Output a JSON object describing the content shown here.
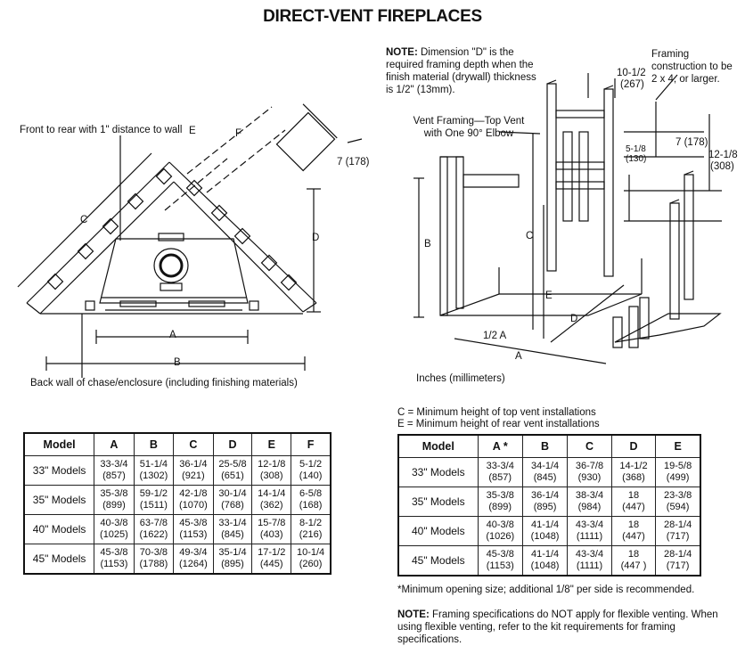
{
  "title": "DIRECT-VENT FIREPLACES",
  "left_diagram": {
    "front_to_rear": "Front to rear with 1\" distance to wall",
    "back_wall": "Back wall of chase/enclosure (including finishing materials)",
    "dim_7": "7 (178)",
    "labels": {
      "A": "A",
      "B": "B",
      "C": "C",
      "D": "D",
      "E": "E",
      "F": "F"
    }
  },
  "right_diagram": {
    "note_bold": "NOTE:",
    "note_text": " Dimension \"D\" is the required framing depth when the finish material (drywall) thickness is 1/2\" (13mm).",
    "framing": "Framing construction to be 2 x 4, or larger.",
    "vent_framing": "Vent Framing—Top Vent with One 90° Elbow",
    "dim_10_12": "10-1/2",
    "dim_10_12_mm": "(267)",
    "dim_5_18": "5-1/8",
    "dim_5_18_mm": "(130)",
    "dim_7": "7 (178)",
    "dim_12_18": "12-1/8",
    "dim_12_18_mm": "(308)",
    "half_a": "1/2 A",
    "inches": "Inches (millimeters)",
    "labels": {
      "A": "A",
      "B": "B",
      "C": "C",
      "D": "D",
      "E": "E"
    }
  },
  "legend": {
    "c_line": "C = Minimum height of top vent installations",
    "e_line": "E = Minimum height of rear vent installations"
  },
  "table_left": {
    "headers": [
      "Model",
      "A",
      "B",
      "C",
      "D",
      "E",
      "F"
    ],
    "rows": [
      [
        "33\" Models",
        "33-3/4",
        "(857)",
        "51-1/4",
        "(1302)",
        "36-1/4",
        "(921)",
        "25-5/8",
        "(651)",
        "12-1/8",
        "(308)",
        "5-1/2",
        "(140)"
      ],
      [
        "35\" Models",
        "35-3/8",
        "(899)",
        "59-1/2",
        "(1511)",
        "42-1/8",
        "(1070)",
        "30-1/4",
        "(768)",
        "14-1/4",
        "(362)",
        "6-5/8",
        "(168)"
      ],
      [
        "40\" Models",
        "40-3/8",
        "(1025)",
        "63-7/8",
        "(1622)",
        "45-3/8",
        "(1153)",
        "33-1/4",
        "(845)",
        "15-7/8",
        "(403)",
        "8-1/2",
        "(216)"
      ],
      [
        "45\" Models",
        "45-3/8",
        "(1153)",
        "70-3/8",
        "(1788)",
        "49-3/4",
        "(1264)",
        "35-1/4",
        "(895)",
        "17-1/2",
        "(445)",
        "10-1/4",
        "(260)"
      ]
    ]
  },
  "table_right": {
    "headers": [
      "Model",
      "A *",
      "B",
      "C",
      "D",
      "E"
    ],
    "rows": [
      [
        "33\" Models",
        "33-3/4",
        "(857)",
        "34-1/4",
        "(845)",
        "36-7/8",
        "(930)",
        "14-1/2",
        "(368)",
        "19-5/8",
        "(499)"
      ],
      [
        "35\" Models",
        "35-3/8",
        "(899)",
        "36-1/4",
        "(895)",
        "38-3/4",
        "(984)",
        "18",
        "(447)",
        "23-3/8",
        "(594)"
      ],
      [
        "40\" Models",
        "40-3/8",
        "(1026)",
        "41-1/4",
        "(1048)",
        "43-3/4",
        "(1111)",
        "18",
        "(447)",
        "28-1/4",
        "(717)"
      ],
      [
        "45\" Models",
        "45-3/8",
        "(1153)",
        "41-1/4",
        "(1048)",
        "43-3/4",
        "(1111)",
        "18",
        "(447 )",
        "28-1/4",
        "(717)"
      ]
    ]
  },
  "footnote": "*Minimum opening size; additional 1/8\" per side is recommended.",
  "bottom_note_bold": "NOTE:",
  "bottom_note_text": " Framing specifications do NOT apply for flexible venting. When using flexible venting, refer to the kit requirements for framing specifications."
}
